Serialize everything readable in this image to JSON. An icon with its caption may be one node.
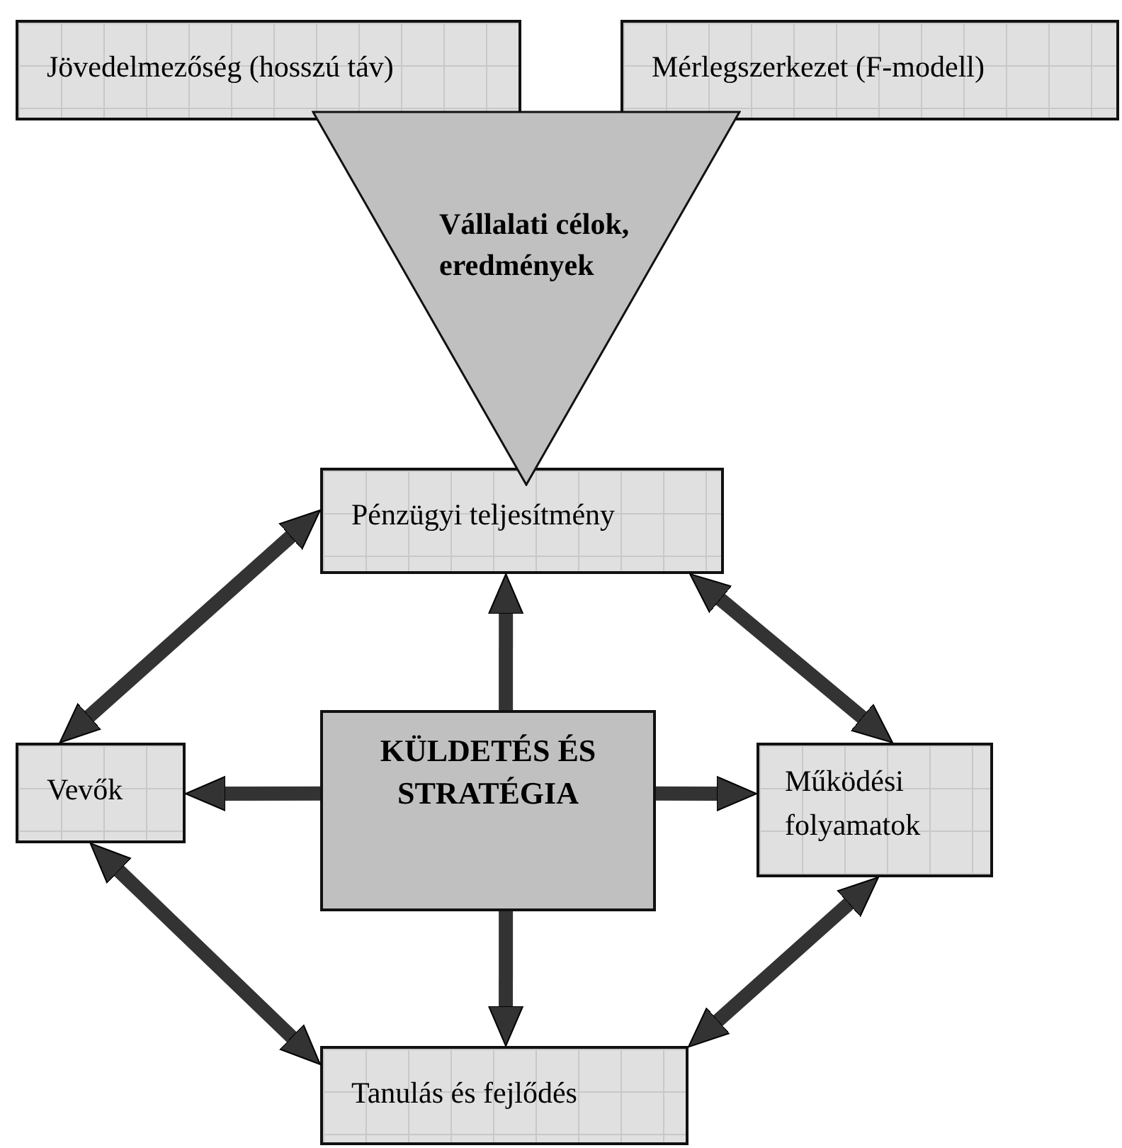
{
  "diagram": {
    "nodes": [
      {
        "text": [
          "Jövedelmezőség (hosszú táv)"
        ]
      },
      {
        "text": [
          "Mérlegszerkezet (F-modell)"
        ]
      },
      {
        "text": [
          "Vállalati célok, eredmények"
        ]
      },
      {
        "text": [
          "Pénzügyi teljesítmény"
        ]
      },
      {
        "text": [
          "Vevők"
        ]
      },
      {
        "text": [
          "KÜLDETÉS ÉS STRATÉGIA"
        ]
      },
      {
        "text": [
          "Működési folyamatok"
        ]
      },
      {
        "text": [
          "Tanulás és fejlődés"
        ]
      }
    ],
    "edges": [
      {
        "from": 5,
        "to": 3,
        "arrow": "to"
      },
      {
        "from": 5,
        "to": 4,
        "arrow": "to"
      },
      {
        "from": 5,
        "to": 6,
        "arrow": "to"
      },
      {
        "from": 5,
        "to": 7,
        "arrow": "to"
      },
      {
        "from": 3,
        "to": 4,
        "arrow": "both"
      },
      {
        "from": 3,
        "to": 6,
        "arrow": "both"
      },
      {
        "from": 4,
        "to": 7,
        "arrow": "both"
      },
      {
        "from": 6,
        "to": 7,
        "arrow": "both"
      }
    ]
  }
}
